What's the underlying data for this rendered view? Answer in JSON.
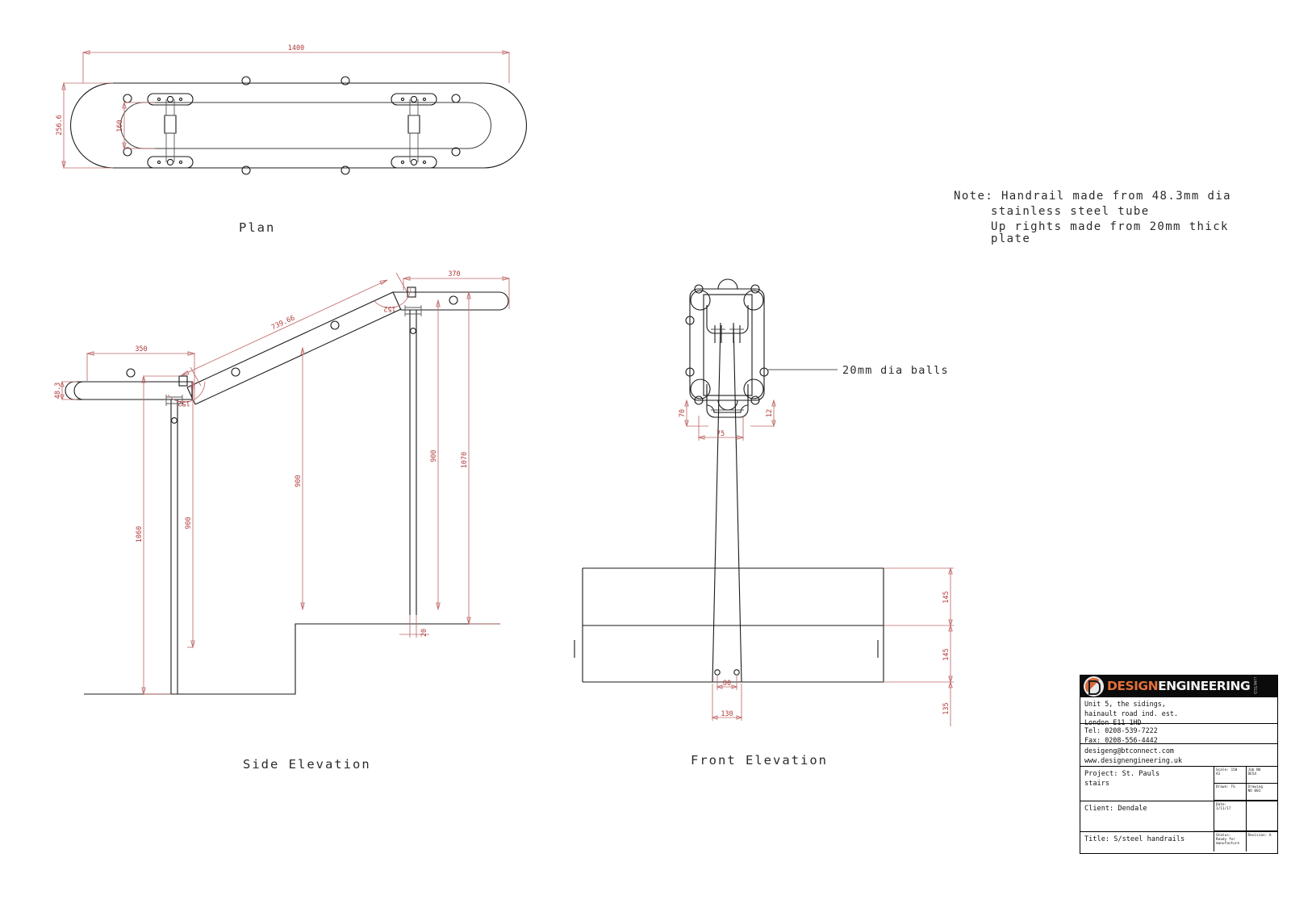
{
  "drawing": {
    "views": [
      {
        "id": "plan",
        "label": "Plan"
      },
      {
        "id": "side",
        "label": "Side Elevation"
      },
      {
        "id": "front",
        "label": "Front Elevation"
      }
    ],
    "note": {
      "lines": [
        "Note: Handrail made from 48.3mm dia",
        "stainless steel tube",
        "Up rights made from 20mm thick",
        "plate"
      ]
    },
    "callouts": [
      {
        "id": "balls",
        "text": "20mm dia balls"
      }
    ],
    "dimensions": {
      "plan": [
        {
          "id": "plan-overall-length",
          "value": "1400"
        },
        {
          "id": "plan-overall-width",
          "value": "256.6"
        },
        {
          "id": "plan-inner-width",
          "value": "160"
        }
      ],
      "side": [
        {
          "id": "side-top-landing",
          "value": "370"
        },
        {
          "id": "side-bottom-landing",
          "value": "350"
        },
        {
          "id": "side-rake-length",
          "value": "739.66"
        },
        {
          "id": "side-angle-lower",
          "value": "152"
        },
        {
          "id": "side-angle-upper",
          "value": "152"
        },
        {
          "id": "side-tube-dia",
          "value": "48.3"
        },
        {
          "id": "side-height-1060",
          "value": "1060"
        },
        {
          "id": "side-height-900-lower",
          "value": "900"
        },
        {
          "id": "side-height-900-upper",
          "value": "900"
        },
        {
          "id": "side-height-1070",
          "value": "1070"
        },
        {
          "id": "side-plate-thickness",
          "value": "20"
        }
      ],
      "front": [
        {
          "id": "front-bracket-70",
          "value": "70"
        },
        {
          "id": "front-bracket-12",
          "value": "12"
        },
        {
          "id": "front-bracket-75",
          "value": "75"
        },
        {
          "id": "front-base-80",
          "value": "80"
        },
        {
          "id": "front-base-130",
          "value": "130"
        },
        {
          "id": "front-riser-1",
          "value": "145"
        },
        {
          "id": "front-riser-2",
          "value": "145"
        },
        {
          "id": "front-riser-3",
          "value": "135"
        }
      ]
    }
  },
  "title_block": {
    "logo": {
      "word1": "DESIGN",
      "word2": "ENGINEERING",
      "sub": "LIMITED"
    },
    "address": [
      "Unit 5, the sidings,",
      "hainault road ind. est.",
      "London E11 1HD"
    ],
    "tel": "Tel: 0208-539-7222",
    "fax": "Fax: 0208-556-4442",
    "email": "desigeng@btconnect.com",
    "website": "www.designengineering.uk",
    "project_label": "Project: St. Pauls",
    "project_label_2": "stairs",
    "client_label": "Client: Dendale",
    "title_label": "Title: S/steel handrails",
    "fields": [
      {
        "id": "scale",
        "key": "Scale: 150",
        "val": "A1"
      },
      {
        "id": "job-no",
        "key": "Job NO",
        "val": "DE54"
      },
      {
        "id": "drawn",
        "key": "Drawn: TG",
        "val": ""
      },
      {
        "id": "drawing-no",
        "key": "Drawing",
        "val": "NO 001"
      },
      {
        "id": "date",
        "key": "Date:",
        "val": "1/11/17"
      },
      {
        "id": "blank",
        "key": "",
        "val": ""
      },
      {
        "id": "status",
        "key": "Status:",
        "val": "Ready for manufacture"
      },
      {
        "id": "revision",
        "key": "Revision: A",
        "val": ""
      }
    ]
  },
  "colors": {
    "dimension": "#b03b3b",
    "outline": "#1a1a1a",
    "accent": "#e2703a"
  }
}
